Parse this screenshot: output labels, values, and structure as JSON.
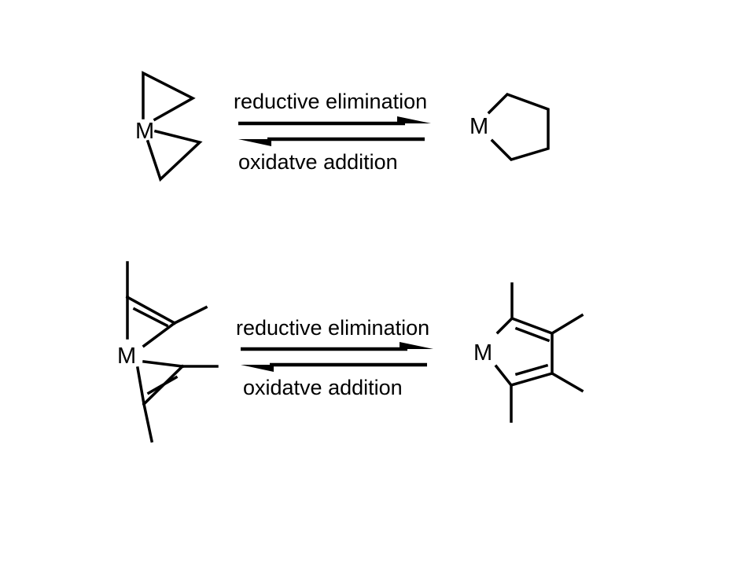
{
  "scheme": {
    "top": {
      "left_metal": "M",
      "right_metal": "M",
      "forward_label": "reductive elimination",
      "reverse_label": "oxidatve addition"
    },
    "bottom": {
      "left_metal": "M",
      "right_metal": "M",
      "forward_label": "reductive elimination",
      "reverse_label": "oxidatve addition"
    }
  }
}
